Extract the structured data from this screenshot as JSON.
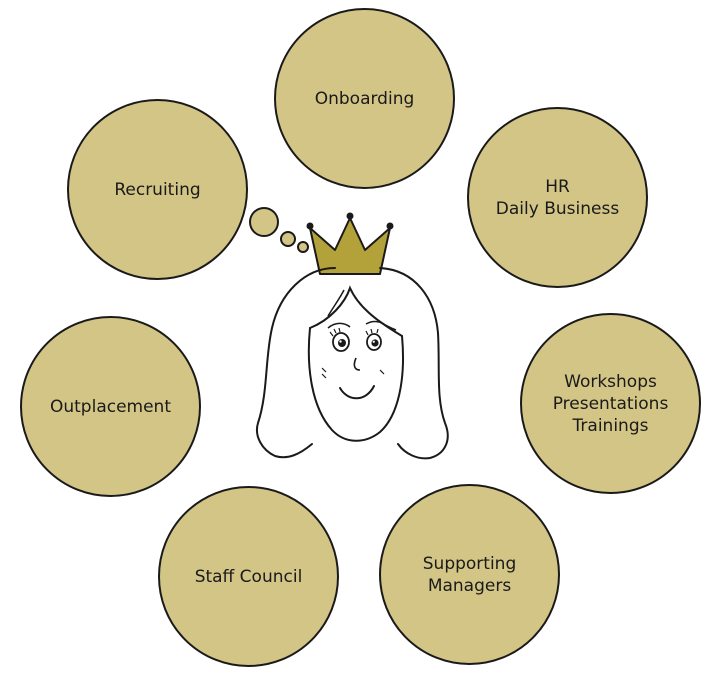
{
  "colors": {
    "bubble_fill": "#d3c586",
    "crown_fill": "#b3a23a",
    "outline": "#1a1a1a"
  },
  "bubbles": {
    "onboarding": "Onboarding",
    "hr_daily": "HR\nDaily Business",
    "workshops": "Workshops\nPresentations\nTrainings",
    "supporting": "Supporting\nManagers",
    "staff": "Staff Council",
    "outplacement": "Outplacement",
    "recruiting": "Recruiting"
  },
  "center": {
    "figure": "princess-with-crown"
  }
}
